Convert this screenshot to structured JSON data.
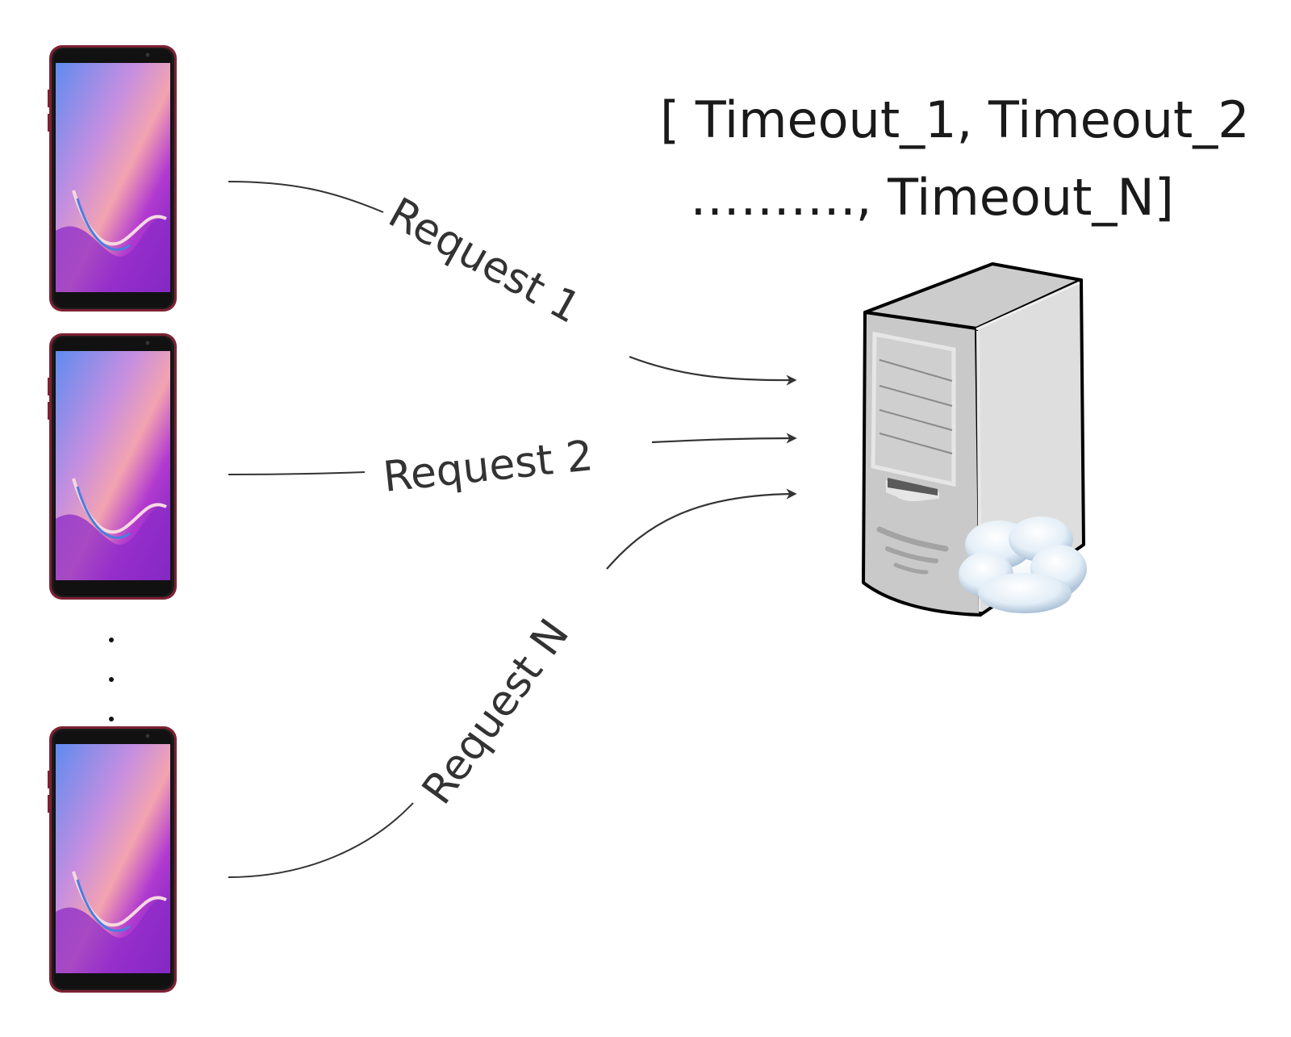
{
  "diagram": {
    "title_line_1": "[ Timeout_1, Timeout_2",
    "title_line_2": "………., Timeout_N]",
    "clients": [
      {
        "name": "client-phone-1"
      },
      {
        "name": "client-phone-2"
      },
      {
        "name": "client-phone-n"
      }
    ],
    "ellipsis": "·",
    "requests": [
      {
        "label": "Request 1"
      },
      {
        "label": "Request 2"
      },
      {
        "label": "Request N"
      }
    ],
    "server": {
      "icon": "cloud-server-icon"
    },
    "colors": {
      "line": "#333333",
      "phone_frame": "#8a2a3a",
      "server_body": "#cfcfcf",
      "server_side": "#dedede",
      "cloud": "#e8f2f9"
    }
  }
}
